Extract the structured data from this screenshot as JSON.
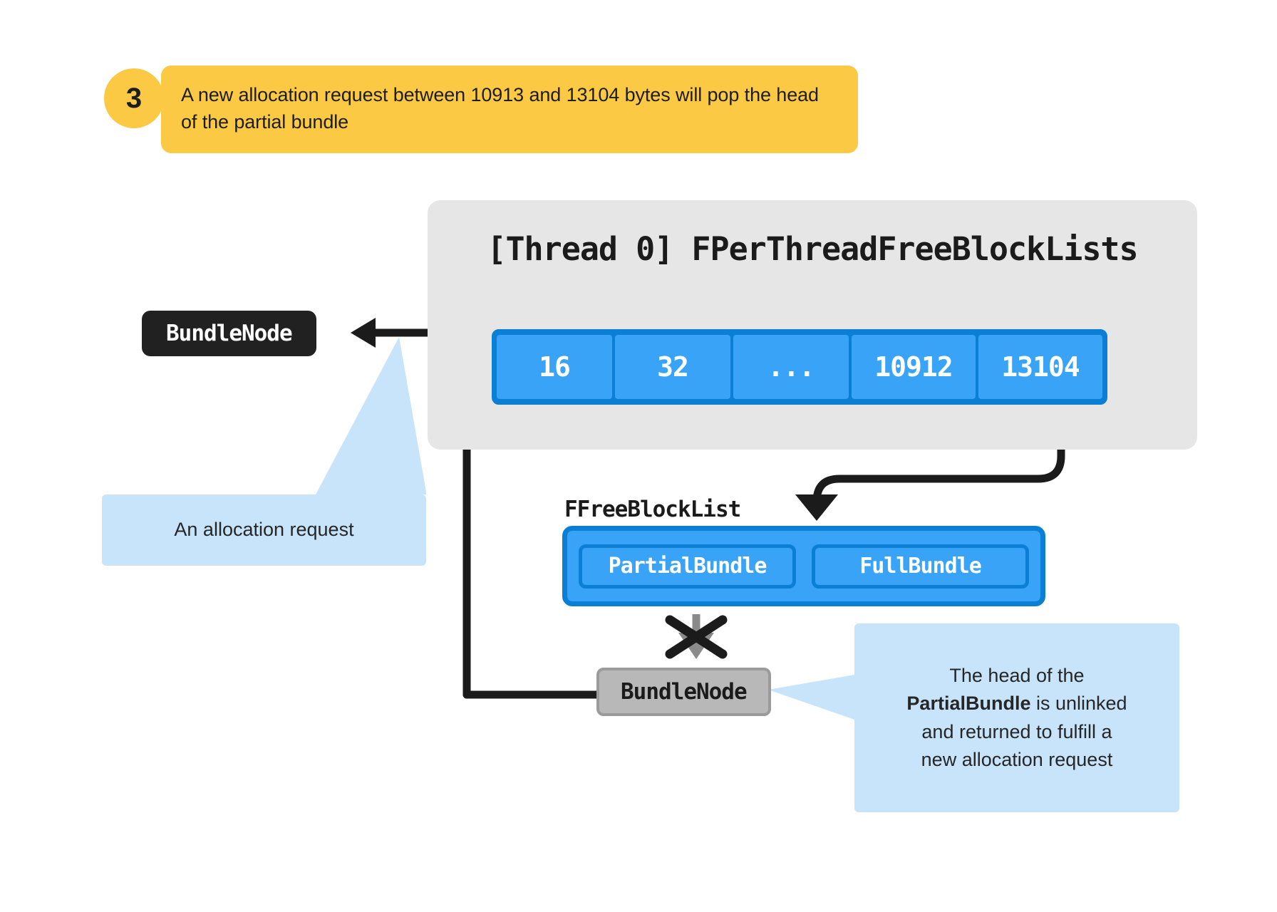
{
  "step": {
    "number": "3",
    "text": "A new allocation request between 10913 and 13104 bytes will pop the head of the partial bundle"
  },
  "panel": {
    "title": "[Thread 0] FPerThreadFreeBlockLists",
    "cells": [
      "16",
      "32",
      "...",
      "10912",
      "13104"
    ]
  },
  "bundle_node_black": {
    "label": "BundleNode"
  },
  "annotation_left": {
    "text": "An allocation request"
  },
  "free_block_list": {
    "label": "FFreeBlockList",
    "partial_bundle": "PartialBundle",
    "full_bundle": "FullBundle"
  },
  "bundle_node_gray": {
    "label": "BundleNode"
  },
  "annotation_right": {
    "line1": "The head of the",
    "bold": "PartialBundle",
    "line2": " is unlinked",
    "line3": "and returned to fulfill a",
    "line4": "new allocation request"
  },
  "colors": {
    "accent_yellow": "#FBC944",
    "blue_fill": "#38a3f7",
    "blue_border": "#0a7fd4",
    "panel_gray": "#e6e6e6",
    "anno_blue": "#c8e4fb",
    "node_black": "#212121",
    "node_gray": "#b8b8b8"
  }
}
